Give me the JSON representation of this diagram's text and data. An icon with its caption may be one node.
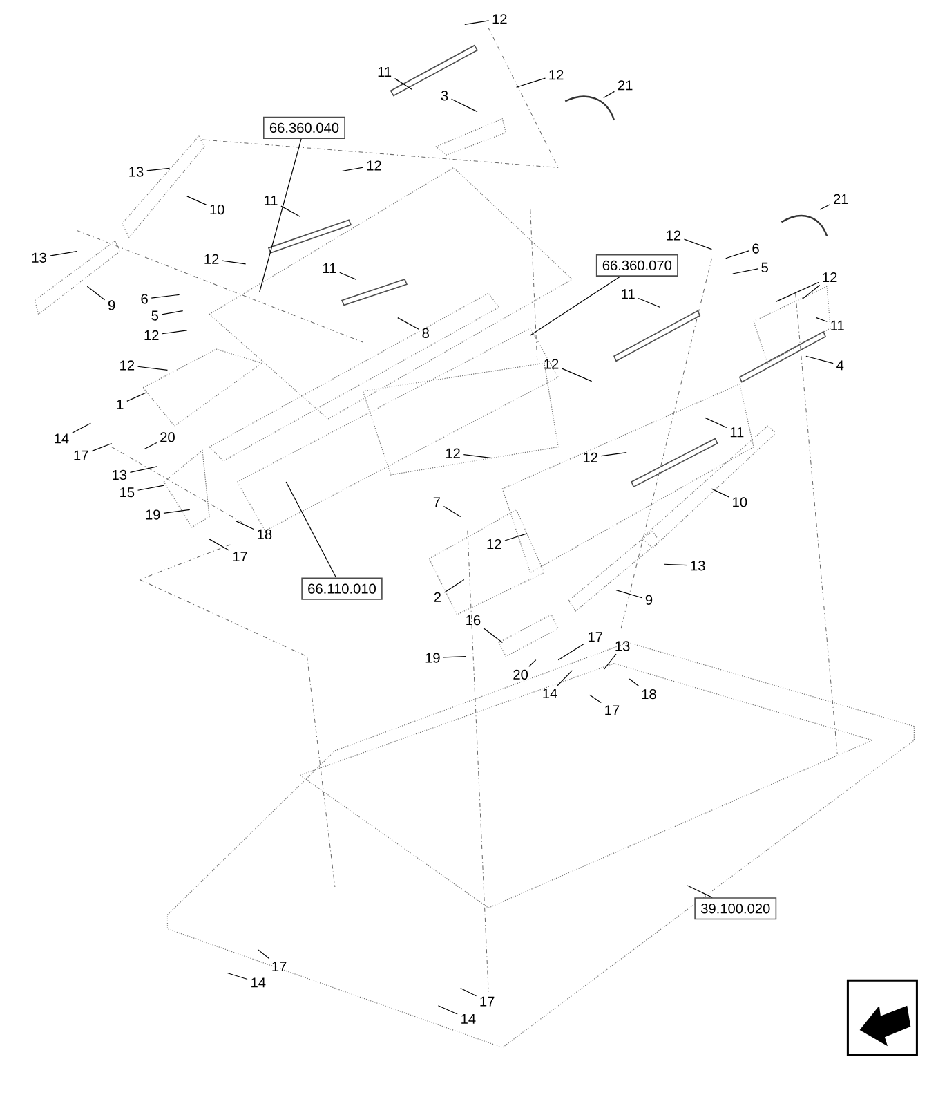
{
  "diagram": {
    "nodes": [
      {
        "text": [
          "12"
        ]
      },
      {
        "text": [
          "11"
        ]
      },
      {
        "text": [
          "12"
        ]
      },
      {
        "text": [
          "3"
        ]
      },
      {
        "text": [
          "21"
        ]
      },
      {
        "text": [
          "66.360.040"
        ]
      },
      {
        "text": [
          "12"
        ]
      },
      {
        "text": [
          "13"
        ]
      },
      {
        "text": [
          "10"
        ]
      },
      {
        "text": [
          "11"
        ]
      },
      {
        "text": [
          "21"
        ]
      },
      {
        "text": [
          "13"
        ]
      },
      {
        "text": [
          "12"
        ]
      },
      {
        "text": [
          "66.360.070"
        ]
      },
      {
        "text": [
          "11"
        ]
      },
      {
        "text": [
          "12"
        ]
      },
      {
        "text": [
          "6"
        ]
      },
      {
        "text": [
          "5"
        ]
      },
      {
        "text": [
          "12"
        ]
      },
      {
        "text": [
          "9"
        ]
      },
      {
        "text": [
          "6"
        ]
      },
      {
        "text": [
          "5"
        ]
      },
      {
        "text": [
          "12"
        ]
      },
      {
        "text": [
          "11"
        ]
      },
      {
        "text": [
          "11"
        ]
      },
      {
        "text": [
          "8"
        ]
      },
      {
        "text": [
          "12"
        ]
      },
      {
        "text": [
          "4"
        ]
      },
      {
        "text": [
          "12"
        ]
      },
      {
        "text": [
          "1"
        ]
      },
      {
        "text": [
          "11"
        ]
      },
      {
        "text": [
          "14"
        ]
      },
      {
        "text": [
          "20"
        ]
      },
      {
        "text": [
          "17"
        ]
      },
      {
        "text": [
          "12"
        ]
      },
      {
        "text": [
          "12"
        ]
      },
      {
        "text": [
          "13"
        ]
      },
      {
        "text": [
          "15"
        ]
      },
      {
        "text": [
          "10"
        ]
      },
      {
        "text": [
          "19"
        ]
      },
      {
        "text": [
          "7"
        ]
      },
      {
        "text": [
          "18"
        ]
      },
      {
        "text": [
          "17"
        ]
      },
      {
        "text": [
          "12"
        ]
      },
      {
        "text": [
          "66.110.010"
        ]
      },
      {
        "text": [
          "13"
        ]
      },
      {
        "text": [
          "2"
        ]
      },
      {
        "text": [
          "9"
        ]
      },
      {
        "text": [
          "16"
        ]
      },
      {
        "text": [
          "17"
        ]
      },
      {
        "text": [
          "13"
        ]
      },
      {
        "text": [
          "19"
        ]
      },
      {
        "text": [
          "20"
        ]
      },
      {
        "text": [
          "14"
        ]
      },
      {
        "text": [
          "18"
        ]
      },
      {
        "text": [
          "17"
        ]
      },
      {
        "text": [
          "39.100.020"
        ]
      },
      {
        "text": [
          "17"
        ]
      },
      {
        "text": [
          "14"
        ]
      },
      {
        "text": [
          "17"
        ]
      },
      {
        "text": [
          "14"
        ]
      }
    ],
    "edges": [
      {
        "from": 0,
        "to": null,
        "arrow": "none"
      },
      {
        "from": 1,
        "to": null,
        "arrow": "none"
      },
      {
        "from": 2,
        "to": null,
        "arrow": "none"
      },
      {
        "from": 3,
        "to": null,
        "arrow": "none"
      },
      {
        "from": 4,
        "to": null,
        "arrow": "none"
      },
      {
        "from": 5,
        "to": null,
        "arrow": "none"
      },
      {
        "from": 6,
        "to": null,
        "arrow": "none"
      },
      {
        "from": 7,
        "to": null,
        "arrow": "none"
      },
      {
        "from": 8,
        "to": null,
        "arrow": "none"
      },
      {
        "from": 9,
        "to": null,
        "arrow": "none"
      },
      {
        "from": 10,
        "to": null,
        "arrow": "none"
      },
      {
        "from": 11,
        "to": null,
        "arrow": "none"
      },
      {
        "from": 12,
        "to": null,
        "arrow": "none"
      },
      {
        "from": 13,
        "to": null,
        "arrow": "none"
      },
      {
        "from": 14,
        "to": null,
        "arrow": "none"
      },
      {
        "from": 15,
        "to": null,
        "arrow": "none"
      },
      {
        "from": 16,
        "to": null,
        "arrow": "none"
      },
      {
        "from": 17,
        "to": null,
        "arrow": "none"
      },
      {
        "from": 18,
        "to": null,
        "arrow": "none"
      },
      {
        "from": 18,
        "to": null,
        "arrow": "none"
      },
      {
        "from": 19,
        "to": null,
        "arrow": "none"
      },
      {
        "from": 20,
        "to": null,
        "arrow": "none"
      },
      {
        "from": 21,
        "to": null,
        "arrow": "none"
      },
      {
        "from": 22,
        "to": null,
        "arrow": "none"
      },
      {
        "from": 23,
        "to": null,
        "arrow": "none"
      },
      {
        "from": 24,
        "to": null,
        "arrow": "none"
      },
      {
        "from": 25,
        "to": null,
        "arrow": "none"
      },
      {
        "from": 26,
        "to": null,
        "arrow": "none"
      },
      {
        "from": 27,
        "to": null,
        "arrow": "none"
      },
      {
        "from": 28,
        "to": null,
        "arrow": "none"
      },
      {
        "from": 29,
        "to": null,
        "arrow": "none"
      },
      {
        "from": 30,
        "to": null,
        "arrow": "none"
      },
      {
        "from": 31,
        "to": null,
        "arrow": "none"
      },
      {
        "from": 32,
        "to": null,
        "arrow": "none"
      },
      {
        "from": 33,
        "to": null,
        "arrow": "none"
      },
      {
        "from": 34,
        "to": null,
        "arrow": "none"
      },
      {
        "from": 35,
        "to": null,
        "arrow": "none"
      },
      {
        "from": 36,
        "to": null,
        "arrow": "none"
      },
      {
        "from": 37,
        "to": null,
        "arrow": "none"
      },
      {
        "from": 38,
        "to": null,
        "arrow": "none"
      },
      {
        "from": 39,
        "to": null,
        "arrow": "none"
      },
      {
        "from": 40,
        "to": null,
        "arrow": "none"
      },
      {
        "from": 41,
        "to": null,
        "arrow": "none"
      },
      {
        "from": 42,
        "to": null,
        "arrow": "none"
      },
      {
        "from": 43,
        "to": null,
        "arrow": "none"
      },
      {
        "from": 44,
        "to": null,
        "arrow": "none"
      },
      {
        "from": 45,
        "to": null,
        "arrow": "none"
      },
      {
        "from": 46,
        "to": null,
        "arrow": "none"
      },
      {
        "from": 47,
        "to": null,
        "arrow": "none"
      },
      {
        "from": 48,
        "to": null,
        "arrow": "none"
      },
      {
        "from": 49,
        "to": null,
        "arrow": "none"
      },
      {
        "from": 50,
        "to": null,
        "arrow": "none"
      },
      {
        "from": 51,
        "to": null,
        "arrow": "none"
      },
      {
        "from": 52,
        "to": null,
        "arrow": "none"
      },
      {
        "from": 53,
        "to": null,
        "arrow": "none"
      },
      {
        "from": 54,
        "to": null,
        "arrow": "none"
      },
      {
        "from": 55,
        "to": null,
        "arrow": "none"
      },
      {
        "from": 56,
        "to": null,
        "arrow": "none"
      },
      {
        "from": 57,
        "to": null,
        "arrow": "none"
      },
      {
        "from": 58,
        "to": null,
        "arrow": "none"
      },
      {
        "from": 59,
        "to": null,
        "arrow": "none"
      },
      {
        "from": 60,
        "to": null,
        "arrow": "none"
      }
    ]
  }
}
